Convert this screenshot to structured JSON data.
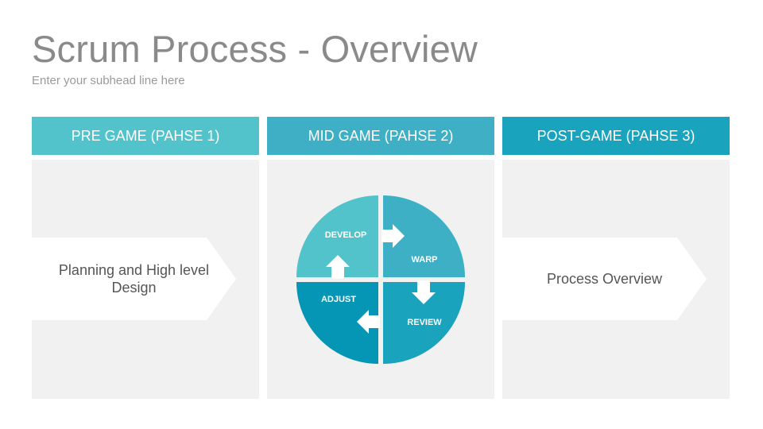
{
  "slide": {
    "title": "Scrum Process - Overview",
    "subtitle": "Enter your subhead line here"
  },
  "columns": [
    {
      "header": "PRE GAME (PAHSE 1)",
      "header_color": "#52c3cb",
      "content": "Planning and High level Design"
    },
    {
      "header": "MID GAME (PAHSE 2)",
      "header_color": "#3eafc4"
    },
    {
      "header": "POST-GAME (PAHSE 3)",
      "header_color": "#1aa3bd",
      "content": "Process Overview"
    }
  ],
  "cycle": {
    "develop": "DEVELOP",
    "warp": "WARP",
    "review": "REVIEW",
    "adjust": "ADJUST",
    "colors": {
      "develop": "#52c3cb",
      "warp": "#3eb0c6",
      "review": "#1aa3bd",
      "adjust": "#0596b6"
    }
  },
  "colors": {
    "panel_background": "#f1f1f1",
    "title_text": "#8a8a8a",
    "body_text": "#555555"
  }
}
